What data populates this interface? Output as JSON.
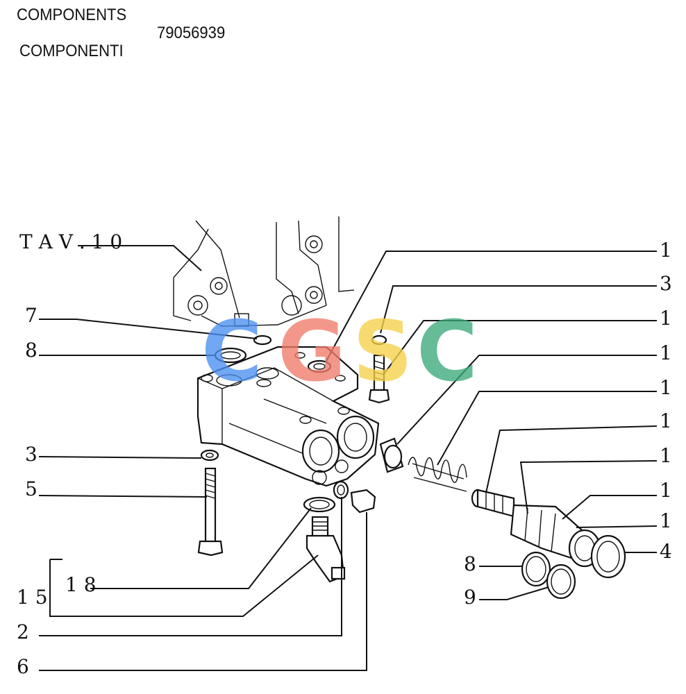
{
  "header": {
    "title_en": "COMPONENTS",
    "title_it": "COMPONENTI",
    "part_number": "79056939"
  },
  "watermark": {
    "letters": [
      "C",
      "G",
      "S",
      "C"
    ],
    "colors": [
      "#4a8ff0",
      "#f07a6a",
      "#f5d24a",
      "#3aaa7a"
    ]
  },
  "callouts_left": [
    {
      "id": "tav",
      "text": "T A V . 1 0"
    },
    {
      "id": "7",
      "text": "7"
    },
    {
      "id": "8a",
      "text": "8"
    },
    {
      "id": "3a",
      "text": "3"
    },
    {
      "id": "5",
      "text": "5"
    },
    {
      "id": "18",
      "text": "1 8"
    },
    {
      "id": "15",
      "text": "1 5"
    },
    {
      "id": "2",
      "text": "2"
    },
    {
      "id": "6",
      "text": "6"
    }
  ],
  "callouts_right": [
    {
      "id": "r1",
      "text": "1"
    },
    {
      "id": "r3",
      "text": "3"
    },
    {
      "id": "r1b",
      "text": "1"
    },
    {
      "id": "r1c",
      "text": "1"
    },
    {
      "id": "r1d",
      "text": "1"
    },
    {
      "id": "r1e",
      "text": "1"
    },
    {
      "id": "r1f",
      "text": "1"
    },
    {
      "id": "r1g",
      "text": "1"
    },
    {
      "id": "r1h",
      "text": "1"
    },
    {
      "id": "r4",
      "text": "4"
    },
    {
      "id": "r8",
      "text": "8"
    },
    {
      "id": "r9",
      "text": "9"
    }
  ]
}
